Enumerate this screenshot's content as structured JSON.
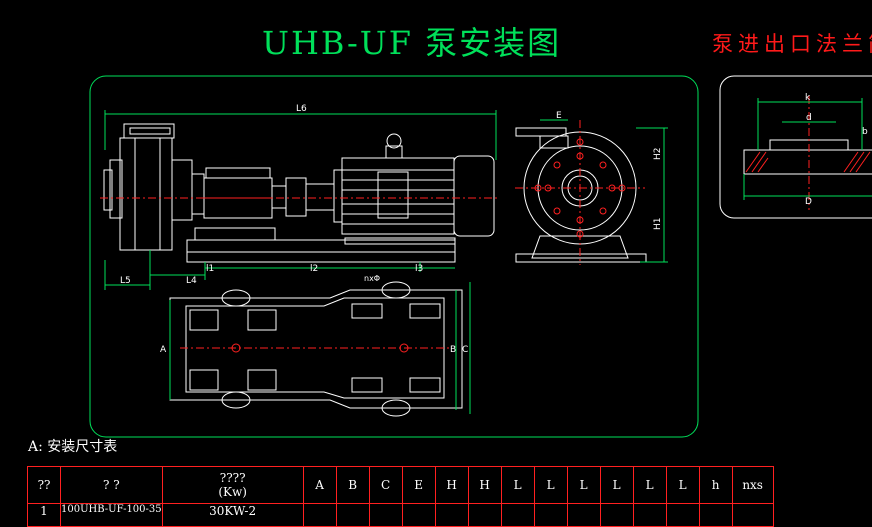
{
  "title": "UHB-UF 泵安装图",
  "flange_title": "泵进出口法兰简",
  "dimension_labels": {
    "L6": "L6",
    "L5": "L5",
    "L4": "L4",
    "L1": "l1",
    "L2": "l2",
    "L3": "l3",
    "E": "E",
    "H2": "H2",
    "H1": "H1",
    "A": "A",
    "B": "B",
    "C": "C",
    "nxs": "nxΦ",
    "k": "k",
    "d": "d",
    "D": "D",
    "b": "b"
  },
  "table": {
    "caption": "A: 安装尺寸表",
    "headers": [
      "??",
      "? ?",
      "????\n(Kw)",
      "A",
      "B",
      "C",
      "E",
      "H",
      "H",
      "L",
      "L",
      "L",
      "L",
      "L",
      "L",
      "h",
      "nxs"
    ],
    "row1": [
      "1",
      "100UHB-UF-100-35",
      "30KW-2",
      "",
      "",
      "",
      "",
      "",
      "",
      "",
      "",
      "",
      "",
      "",
      "",
      "",
      ""
    ]
  },
  "colors": {
    "green": "#00e05a",
    "red": "#ff2020",
    "white": "#ffffff",
    "yellow": "#ffff00",
    "cyan": "#00ffff"
  }
}
